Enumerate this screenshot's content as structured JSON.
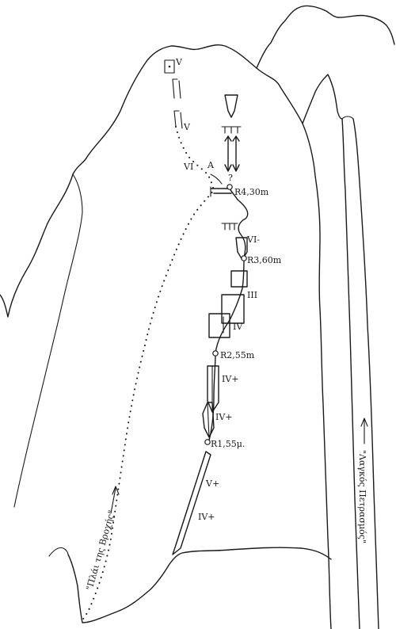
{
  "grades": {
    "top_v1": "V",
    "top_v2": "V",
    "left_vi": "VI",
    "vi_minus": "VI-",
    "iii": "III",
    "iv": "IV",
    "iv_plus_1": "IV+",
    "iv_plus_2": "IV+",
    "v_plus": "V+",
    "iv_plus_3": "IV+"
  },
  "belays": {
    "r4": "R4,30m",
    "r3": "R3,60m",
    "r2": "R2,55m",
    "r1": "R1,55μ."
  },
  "marks": {
    "question": "?",
    "a_mark": "A"
  },
  "path_labels": {
    "left_path": "\"Πλάι της Βροχής\"",
    "right_path": "\"Λαγκός Πετρασμός\""
  },
  "colors": {
    "ink": "#1a1a1a",
    "paper": "#ffffff"
  }
}
